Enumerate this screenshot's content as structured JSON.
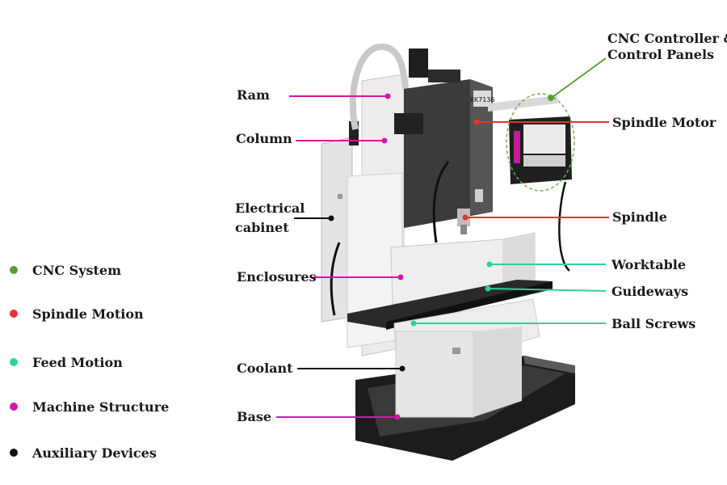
{
  "machine": {
    "model_plate": "XK7136"
  },
  "colors": {
    "cnc": "#5a9e32",
    "spindle": "#e8312f",
    "feed": "#2ed29a",
    "structure": "#d416a8",
    "aux": "#111111"
  },
  "legend": [
    {
      "label": "CNC System",
      "color": "#5a9e32"
    },
    {
      "label": "Spindle Motion",
      "color": "#e8312f"
    },
    {
      "label": "Feed Motion",
      "color": "#2ed29a"
    },
    {
      "label": "Machine Structure",
      "color": "#d416a8"
    },
    {
      "label": "Auxiliary Devices",
      "color": "#111111"
    }
  ],
  "callouts": {
    "ram": "Ram",
    "column": "Column",
    "electrical_cabinet_line1": "Electrical",
    "electrical_cabinet_line2": "cabinet",
    "enclosures": "Enclosures",
    "coolant": "Coolant",
    "base": "Base",
    "cnc_controller_line1": "CNC Controller &",
    "cnc_controller_line2": "Control Panels",
    "spindle_motor": "Spindle Motor",
    "spindle": "Spindle",
    "worktable": "Worktable",
    "guideways": "Guideways",
    "ball_screws": "Ball Screws"
  }
}
